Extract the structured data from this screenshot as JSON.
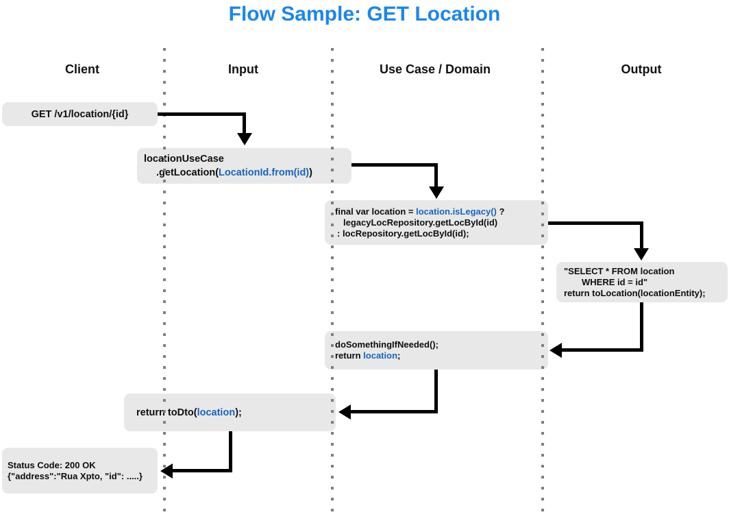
{
  "title": "Flow Sample: GET Location",
  "colors": {
    "title_blue": "#1A86F0",
    "code_accent_blue": "#1565C0",
    "node_background": "#E8E8E8",
    "connector_black": "#000000",
    "separator_dot_gray": "#7F7F7F"
  },
  "lanes": {
    "client": "Client",
    "input": "Input",
    "usecase": "Use Case / Domain",
    "output": "Output"
  },
  "nodes": {
    "request": {
      "line1": "GET /v1/location/{id}"
    },
    "usecase_call": {
      "line1": "locationUseCase",
      "line2_pre": ".getLocation(",
      "line2_code": "LocationId.from(id)",
      "line2_post": ")"
    },
    "domain_logic": {
      "line1_pre": "final var location = ",
      "line1_code": "location.isLegacy()",
      "line1_post": " ?",
      "line2": "legacyLocRepository.getLocById(id)",
      "line3": ": locRepository.getLocById(id);"
    },
    "repository_sql": {
      "line1": "\"SELECT * FROM location",
      "line2": "WHERE id = id\"",
      "line3": "return toLocation(locationEntity);"
    },
    "post_process": {
      "line1": "doSomethingIfNeeded();",
      "line2_pre": "return ",
      "line2_code": "location",
      "line2_post": ";"
    },
    "map_to_dto": {
      "line_pre": "return toDto(",
      "line_code": "location",
      "line_post": ");"
    },
    "response": {
      "line1": "Status Code: 200 OK",
      "line2": "{\"address\":\"Rua Xpto, \"id\": .....}"
    }
  }
}
